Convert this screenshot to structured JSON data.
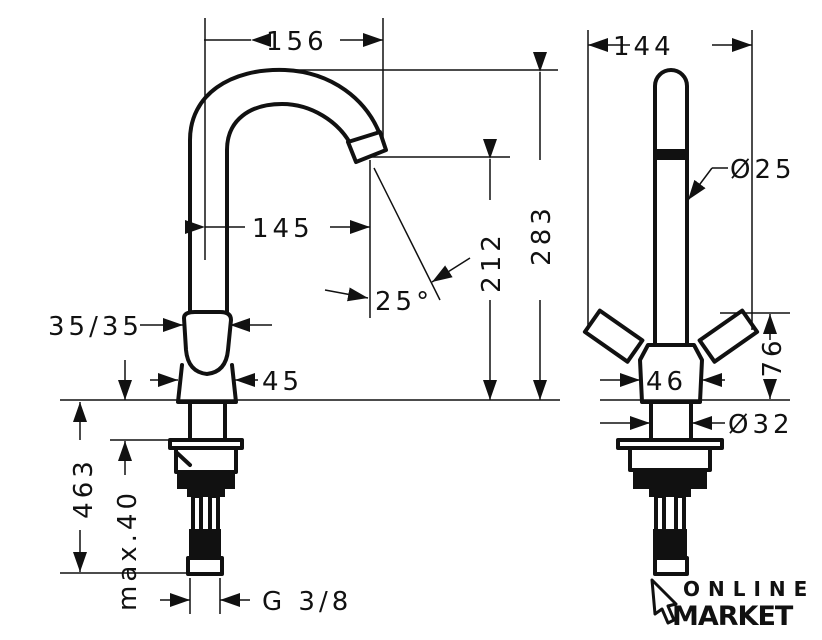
{
  "side_view": {
    "spout_reach": "156",
    "outlet_reach": "145",
    "total_height": "283",
    "outlet_height": "212",
    "spout_angle": "25°",
    "handle_size": "35/35",
    "body_width": "45",
    "max_thickness": "463",
    "max_deck": "max.40",
    "connection": "G 3/8"
  },
  "front_view": {
    "handle_span": "144",
    "spout_diameter": "Ø25",
    "handle_height": "76",
    "body_width": "46",
    "base_diameter": "Ø32"
  },
  "logo": {
    "line1": "ONLINE",
    "line2": "MARKET"
  }
}
